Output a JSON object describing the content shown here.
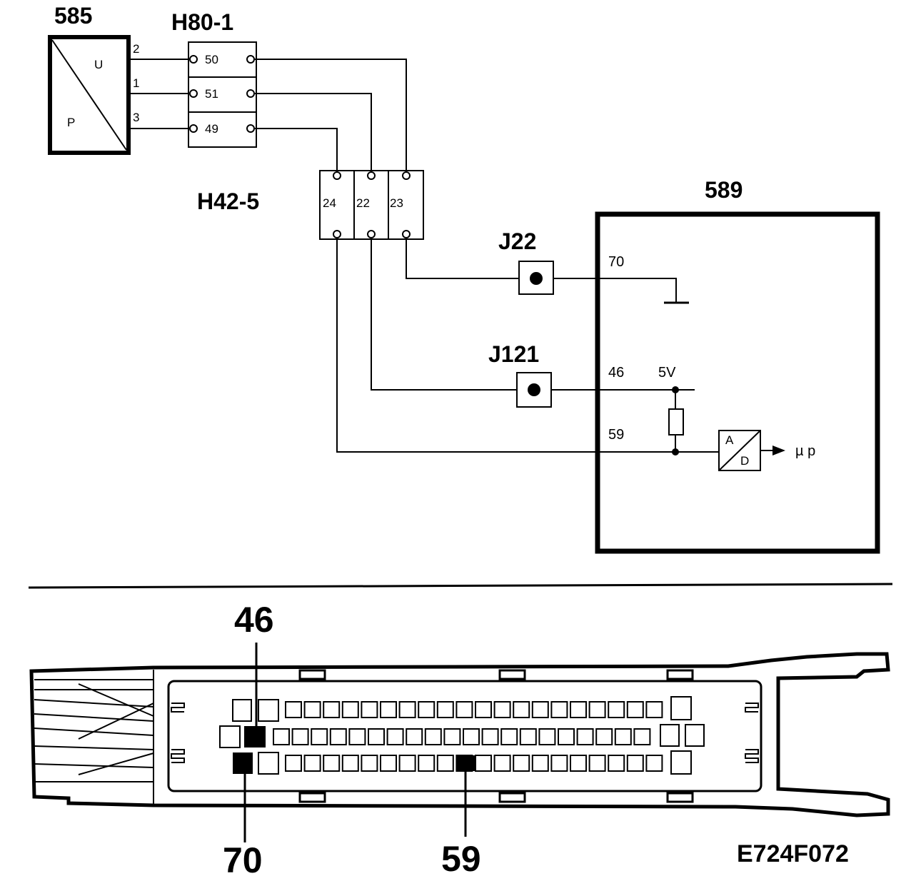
{
  "components": {
    "sensor": {
      "id": "585",
      "label_u": "U",
      "label_p": "P",
      "pins": [
        "2",
        "1",
        "3"
      ]
    },
    "connector_h80": {
      "id": "H80-1",
      "pins": [
        "50",
        "51",
        "49"
      ]
    },
    "connector_h42": {
      "id": "H42-5",
      "pins": [
        "24",
        "22",
        "23"
      ]
    },
    "junction_j22": {
      "id": "J22"
    },
    "junction_j121": {
      "id": "J121"
    },
    "ecu": {
      "id": "589",
      "pins": [
        "70",
        "46",
        "59"
      ],
      "supply_label": "5V",
      "ad_a": "A",
      "ad_d": "D",
      "output_label": "µ p"
    }
  },
  "connector_view": {
    "callouts": [
      "46",
      "70",
      "59"
    ]
  },
  "figure_code": "E724F072"
}
